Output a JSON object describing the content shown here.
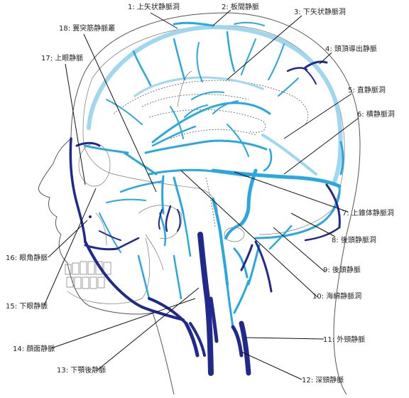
{
  "labels": [
    {
      "id": "l1",
      "text": "1: 上矢状静脈洞"
    },
    {
      "id": "l2",
      "text": "2: 板間静脈"
    },
    {
      "id": "l3",
      "text": "3: 下矢状静脈洞"
    },
    {
      "id": "l4",
      "text": "4: 頭頂導出静脈"
    },
    {
      "id": "l5",
      "text": "5: 直静脈洞"
    },
    {
      "id": "l6",
      "text": "6: 横静脈洞"
    },
    {
      "id": "l7",
      "text": "7: 上錐体静脈洞"
    },
    {
      "id": "l8",
      "text": "8: 後頭静脈洞"
    },
    {
      "id": "l9",
      "text": "9: 後頭静脈"
    },
    {
      "id": "l10",
      "text": "10: 海綿静脈洞"
    },
    {
      "id": "l11",
      "text": "11: 外頸静脈"
    },
    {
      "id": "l12",
      "text": "12: 深頸静脈"
    },
    {
      "id": "l13",
      "text": "13: 下顎後静脈"
    },
    {
      "id": "l14",
      "text": "14: 顔面静脈"
    },
    {
      "id": "l15",
      "text": "15: 下眼静脈"
    },
    {
      "id": "l16",
      "text": "16: 眼角静脈"
    },
    {
      "id": "l17",
      "text": "17: 上眼静脈"
    },
    {
      "id": "l18",
      "text": "18: 翼突筋静脈叢"
    }
  ],
  "colors": {
    "light_vein": "#29a8df",
    "dark_vein": "#1f2a8c",
    "sinus": "#9fd6f0",
    "outline": "#555555"
  }
}
